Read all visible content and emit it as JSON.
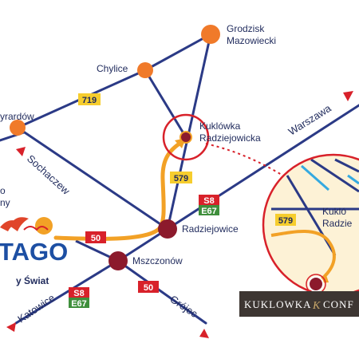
{
  "colors": {
    "road": "#2b3a86",
    "town": "#f07a2a",
    "hub": "#8c1a2c",
    "route": "#f2a126",
    "inset_fill": "#fdf2d6",
    "inset_ring": "#d8212a",
    "arrow": "#d8212a",
    "badge_yellow": "#f6cd2e",
    "badge_red": "#d8212a",
    "badge_green": "#3f8f3c",
    "banner": "#3d3632"
  },
  "towns": {
    "grodzisk_line1": "Grodzisk",
    "grodzisk_line2": "Mazowiecki",
    "chylice": "Chylice",
    "zyrardow": "yrardów",
    "kuklowka_line1": "Kuklówka",
    "kuklowka_line2": "Radziejowicka",
    "radziejowice": "Radziejowice",
    "mszczonow": "Mszczonów"
  },
  "directions": {
    "warszawa": "Warszawa",
    "sochaczew": "Sochaczew",
    "katowice": "Katowice",
    "grojec": "Grójec"
  },
  "roads": {
    "r719": "719",
    "r579": "579",
    "r50_left": "50",
    "r50_right": "50",
    "s8_top": "S8",
    "e67_top": "E67",
    "s8_bottom": "S8",
    "e67_bottom": "E67"
  },
  "inset": {
    "road": "579",
    "town_line1": "Kukló",
    "town_line2": "Radzie"
  },
  "logo": {
    "text": "TAGO",
    "tagline": "y Świat",
    "side_fragment_1": "o",
    "side_fragment_2": "ny"
  },
  "banner": {
    "text_left": "KUKLOWKA",
    "text_right": "CONF"
  }
}
